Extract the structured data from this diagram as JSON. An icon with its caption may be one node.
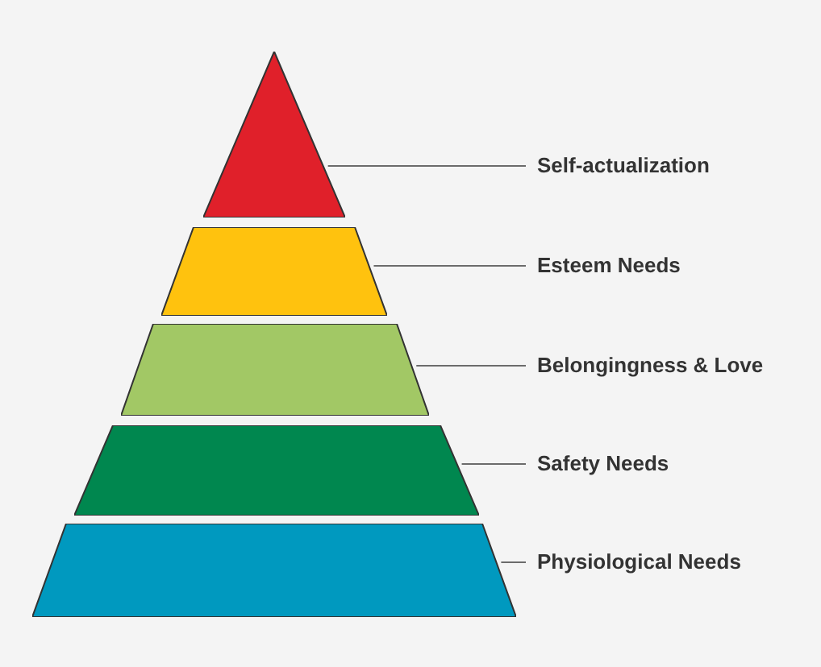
{
  "diagram": {
    "nodes": [
      {
        "text": [],
        "shape": "triangle"
      },
      {
        "text": [],
        "shape": "trapezoid"
      },
      {
        "text": [],
        "shape": "trapezoid"
      },
      {
        "text": [],
        "shape": "trapezoid"
      },
      {
        "text": [],
        "shape": "trapezoid"
      },
      {
        "text": [
          "Self-actualization"
        ]
      },
      {
        "text": [
          "Esteem Needs"
        ]
      },
      {
        "text": [
          "Belongingness & Love"
        ]
      },
      {
        "text": [
          "Safety Needs"
        ]
      },
      {
        "text": [
          "Physiological Needs"
        ]
      }
    ],
    "edges": [
      {
        "from": 5,
        "to": 0,
        "arrow": "none"
      },
      {
        "from": 6,
        "to": 1,
        "arrow": "none"
      },
      {
        "from": 7,
        "to": 2,
        "arrow": "none"
      },
      {
        "from": 8,
        "to": 3,
        "arrow": "none"
      },
      {
        "from": 9,
        "to": 4,
        "arrow": "none"
      }
    ]
  }
}
